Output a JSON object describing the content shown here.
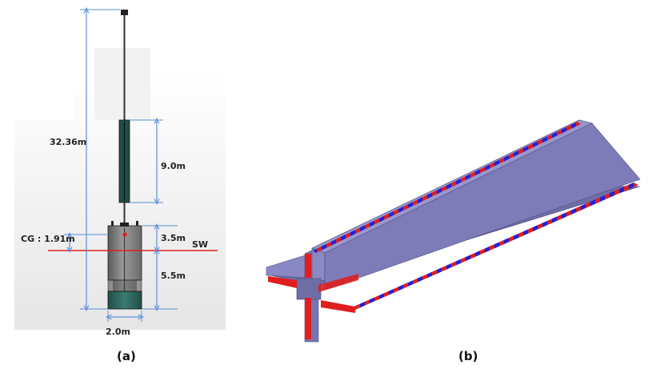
{
  "panel_a": {
    "dimensions": {
      "total_height": "32.36m",
      "segment_length": "9.0m",
      "upper_draft": "3.5m",
      "lower_draft": "5.5m",
      "diameter": "2.0m",
      "center_of_gravity": "CG : 1.91m"
    },
    "waterline_label": "SW",
    "caption": "(a)"
  },
  "panel_b": {
    "caption": "(b)"
  },
  "colors": {
    "dimension_line": "#5b8fd6",
    "waterline": "#e02020",
    "hull_gray": "#7f7f7f",
    "ballast_teal": "#2e6b63",
    "beam_purple": "#7a79b4",
    "weld_red": "#e01e1e",
    "weld_blue": "#2121d8"
  }
}
